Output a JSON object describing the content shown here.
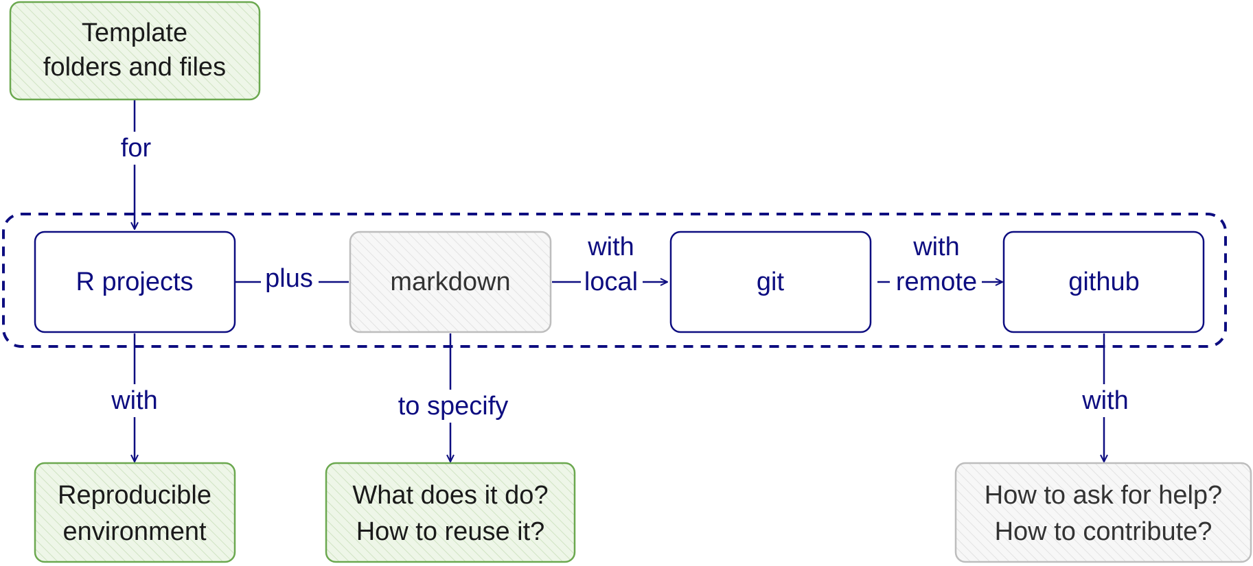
{
  "colors": {
    "navy": "#0d0d80",
    "green_stroke": "#6ba84f",
    "green_fill": "#eef6e8",
    "gray_stroke": "#bdbdbd",
    "gray_fill": "#f5f5f5",
    "text_dark": "#1a1a1a",
    "text_gray": "#333333"
  },
  "nodes": {
    "template": {
      "lines": [
        "Template",
        "folders and files"
      ],
      "style": "green"
    },
    "r_projects": {
      "lines": [
        "R projects"
      ],
      "style": "navy"
    },
    "markdown": {
      "lines": [
        "markdown"
      ],
      "style": "gray"
    },
    "git": {
      "lines": [
        "git"
      ],
      "style": "navy"
    },
    "github": {
      "lines": [
        "github"
      ],
      "style": "navy"
    },
    "reproducible": {
      "lines": [
        "Reproducible",
        "environment"
      ],
      "style": "green"
    },
    "what_does": {
      "lines": [
        "What does it do?",
        "How to reuse it?"
      ],
      "style": "green"
    },
    "how_to_ask": {
      "lines": [
        "How to ask for help?",
        "How to contribute?"
      ],
      "style": "gray"
    }
  },
  "edges": {
    "template_to_r": {
      "label": [
        "for"
      ]
    },
    "r_to_markdown": {
      "label": [
        "plus"
      ]
    },
    "markdown_to_git": {
      "label": [
        "with",
        "local"
      ]
    },
    "git_to_github": {
      "label": [
        "with",
        "remote"
      ]
    },
    "r_to_reproducible": {
      "label": [
        "with"
      ]
    },
    "markdown_to_what": {
      "label": [
        "to specify"
      ]
    },
    "github_to_how": {
      "label": [
        "with"
      ]
    }
  },
  "group": {
    "style": "dashed",
    "contains": [
      "r_projects",
      "markdown",
      "git",
      "github"
    ]
  }
}
